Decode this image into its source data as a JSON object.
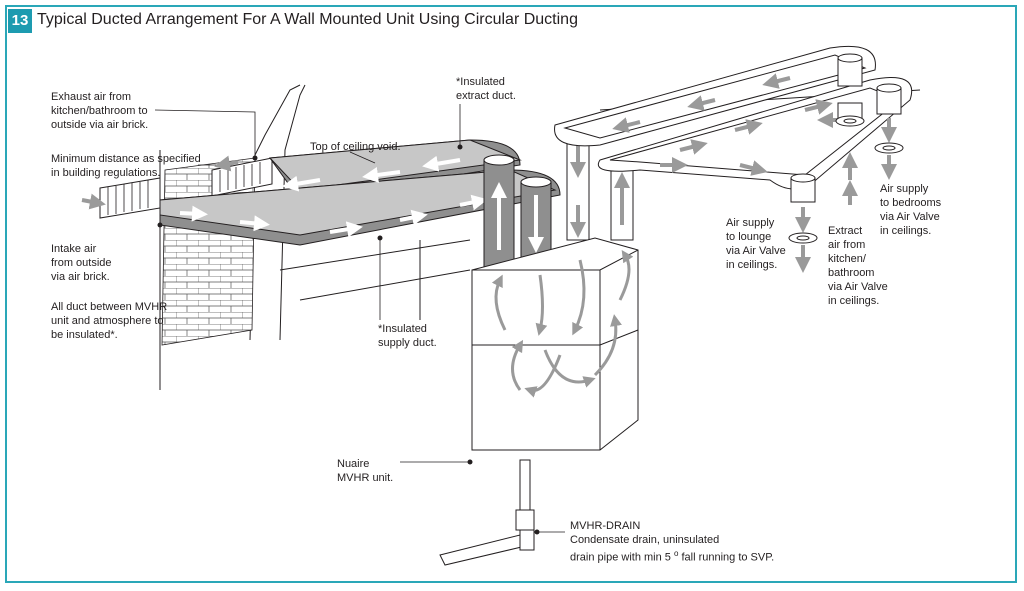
{
  "figure": {
    "number": "13",
    "title": "Typical Ducted Arrangement For A Wall Mounted Unit Using Circular Ducting"
  },
  "labels": {
    "exhaust": [
      "Exhaust air from",
      "kitchen/bathroom to",
      "outside via air brick."
    ],
    "min_distance": [
      "Minimum distance as specified",
      "in building regulations."
    ],
    "intake": [
      "Intake air",
      "from outside",
      "via air brick."
    ],
    "insulated_all": [
      "All duct between MVHR",
      "unit and atmosphere to",
      "be insulated*."
    ],
    "top_ceiling": [
      "Top of ceiling void."
    ],
    "insulated_extract": [
      "*Insulated",
      "extract duct."
    ],
    "insulated_supply": [
      "*Insulated",
      "supply duct."
    ],
    "unit": [
      "Nuaire",
      "MVHR unit."
    ],
    "drain_title": "MVHR-DRAIN",
    "drain_line1": "Condensate drain, uninsulated",
    "drain_line2_pre": "drain pipe with min 5",
    "drain_degree": "o",
    "drain_line2_post": " fall running to SVP.",
    "air_lounge": [
      "Air supply",
      "to lounge",
      "via Air Valve",
      "in ceilings."
    ],
    "extract_kitchen": [
      "Extract",
      "air from",
      "kitchen/",
      "bathroom",
      "via Air Valve",
      "in ceilings."
    ],
    "air_bedrooms": [
      "Air supply",
      "to bedrooms",
      "via Air Valve",
      "in ceilings."
    ]
  },
  "colors": {
    "accent": "#1d9bb0",
    "frame": "#2aa7b8",
    "duct_dark": "#8f8f8f",
    "duct_light": "#c7c7c7",
    "arrow": "#9a9a9a",
    "line": "#231f20"
  }
}
